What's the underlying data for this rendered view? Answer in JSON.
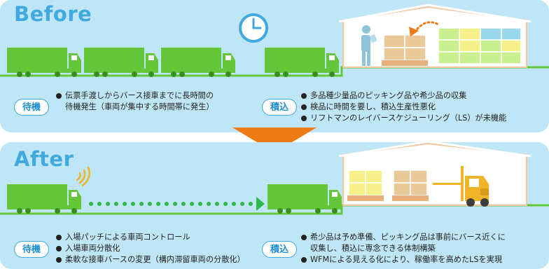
{
  "before": {
    "title": "Before",
    "wait": {
      "tag": "待機",
      "bullets": [
        {
          "text": "伝票手渡しからバース接車までに長時間の",
          "dot": true
        },
        {
          "text": "待機発生（車両が集中する時間帯に発生）",
          "dot": false
        }
      ]
    },
    "load": {
      "tag": "積込",
      "bullets": [
        {
          "text": "多品種少量品のピッキング品や希少品の収集",
          "dot": true
        },
        {
          "text": "検品に時間を要し、積込生産性悪化",
          "dot": true
        },
        {
          "text": "リフトマンのレイバースケジューリング（LS）が未機能",
          "dot": true
        }
      ]
    }
  },
  "after": {
    "title": "After",
    "wait": {
      "tag": "待機",
      "bullets": [
        {
          "text": "入場パッチによる車両コントロール",
          "dot": true
        },
        {
          "text": "入場車両分散化",
          "dot": true
        },
        {
          "text": "柔軟な接車バースの変更（構内滞留車両の分散化）",
          "dot": true
        }
      ]
    },
    "load": {
      "tag": "積込",
      "bullets": [
        {
          "text": "希少品は予め準備、ピッキング品は事前にバース近くに",
          "dot": true
        },
        {
          "text": "収集し、積込に専念できる体制構築",
          "dot": false
        },
        {
          "text": "WFMによる見える化により、稼働率を高めたLSを実現",
          "dot": true
        }
      ]
    }
  },
  "colors": {
    "panel_bg": "#bfe6f6",
    "title": "#3fa9e0",
    "truck": "#66c63a",
    "truck_dark": "#3b8f1f",
    "warehouse_wall": "#ffffff",
    "warehouse_stroke": "#f2c79c",
    "arrow": "#ee7a14",
    "box_tan": "#e9c99a",
    "box_yellow": "#f6f08a",
    "box_green": "#c9ef8e",
    "box_blue": "#99d8ef",
    "pallet": "#e6b07a",
    "forklift": "#f0b428",
    "person": "#8fc3d8"
  },
  "icons": [
    "clock-icon",
    "person-icon",
    "forklift-icon",
    "signal-icon",
    "truck-icon",
    "pallet-icon",
    "down-arrow-icon",
    "right-arrow-icon"
  ]
}
